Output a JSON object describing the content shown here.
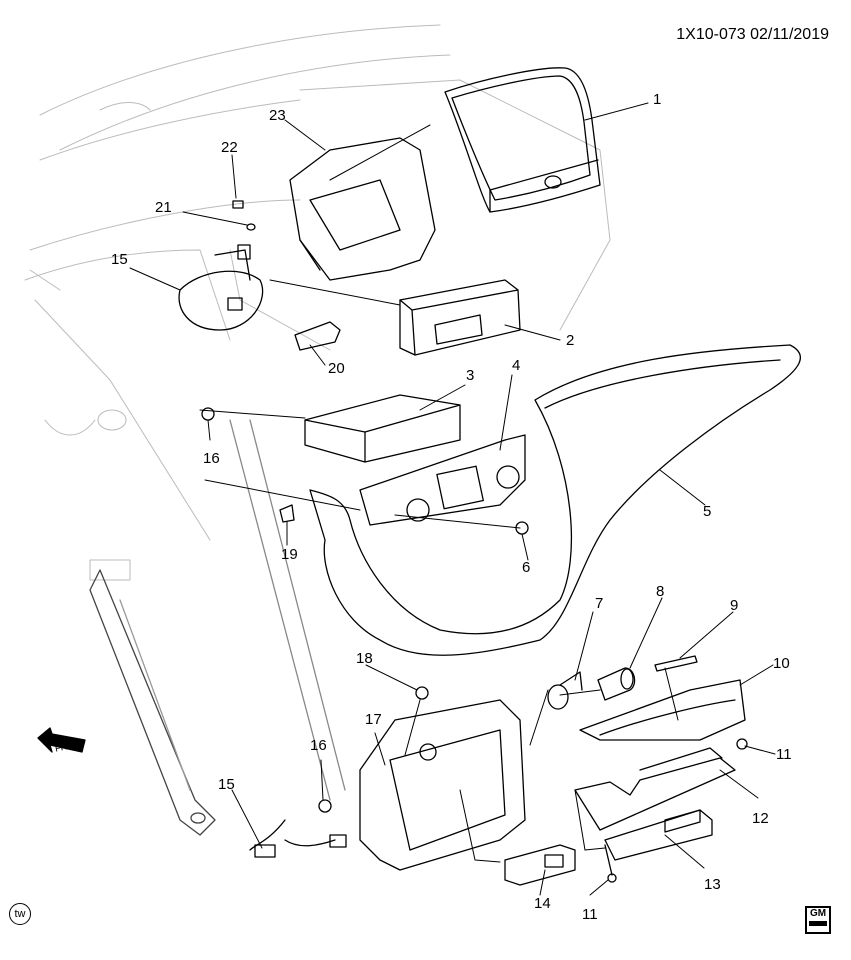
{
  "header": {
    "code": "1X10-073  02/11/2019"
  },
  "callouts": [
    {
      "id": "c1",
      "label": "1"
    },
    {
      "id": "c2",
      "label": "2"
    },
    {
      "id": "c3",
      "label": "3"
    },
    {
      "id": "c4",
      "label": "4"
    },
    {
      "id": "c5",
      "label": "5"
    },
    {
      "id": "c6",
      "label": "6"
    },
    {
      "id": "c7",
      "label": "7"
    },
    {
      "id": "c8",
      "label": "8"
    },
    {
      "id": "c9",
      "label": "9"
    },
    {
      "id": "c10",
      "label": "10"
    },
    {
      "id": "c11a",
      "label": "11"
    },
    {
      "id": "c11b",
      "label": "11"
    },
    {
      "id": "c12",
      "label": "12"
    },
    {
      "id": "c13",
      "label": "13"
    },
    {
      "id": "c14",
      "label": "14"
    },
    {
      "id": "c15a",
      "label": "15"
    },
    {
      "id": "c15b",
      "label": "15"
    },
    {
      "id": "c16a",
      "label": "16"
    },
    {
      "id": "c16b",
      "label": "16"
    },
    {
      "id": "c17",
      "label": "17"
    },
    {
      "id": "c18",
      "label": "18"
    },
    {
      "id": "c19",
      "label": "19"
    },
    {
      "id": "c20",
      "label": "20"
    },
    {
      "id": "c21",
      "label": "21"
    },
    {
      "id": "c22",
      "label": "22"
    },
    {
      "id": "c23",
      "label": "23"
    }
  ],
  "front_marker": {
    "label": "FRT"
  },
  "footer": {
    "tw_mark": "tw",
    "logo_text": "GM"
  }
}
